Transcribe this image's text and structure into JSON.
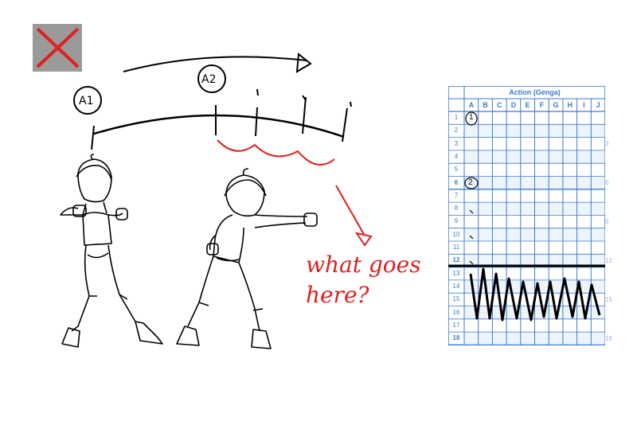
{
  "reject_icon": {
    "name": "red-x-icon",
    "color": "#e02020",
    "bg": "#999999"
  },
  "keys": {
    "a1": "A1",
    "a2": "A2"
  },
  "question": {
    "line1": "what goes",
    "line2": "here?",
    "color": "#e02020"
  },
  "timesheet": {
    "title": "Action (Genga)",
    "columns": [
      "A",
      "B",
      "C",
      "D",
      "E",
      "F",
      "G",
      "H",
      "I",
      "J"
    ],
    "rows": [
      "1",
      "2",
      "3",
      "4",
      "5",
      "6",
      "7",
      "8",
      "9",
      "10",
      "11",
      "12",
      "13",
      "14",
      "15",
      "16",
      "17",
      "18"
    ],
    "side_numbers": {
      "r3": "3",
      "r6": "6",
      "r9": "9",
      "r12": "12",
      "r15": "15",
      "r18": "18"
    },
    "marks": {
      "r1": "1",
      "r6": "2"
    },
    "grid_color": "#3a7bd5"
  }
}
